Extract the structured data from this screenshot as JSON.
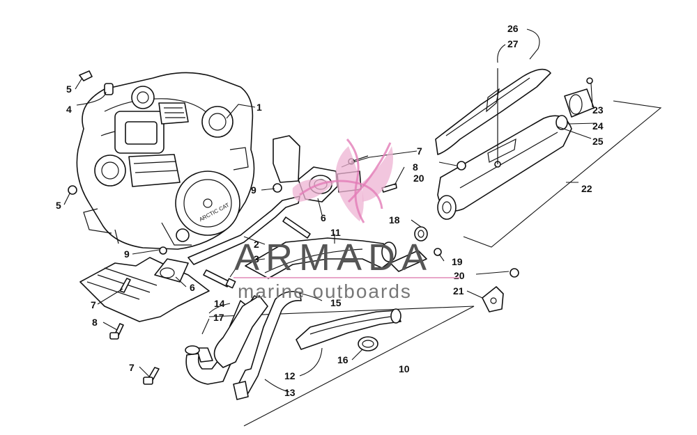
{
  "diagram": {
    "callouts": [
      {
        "id": "c1",
        "text": "1"
      },
      {
        "id": "c2",
        "text": "2"
      },
      {
        "id": "c3",
        "text": "3"
      },
      {
        "id": "c4",
        "text": "4"
      },
      {
        "id": "c5a",
        "text": "5"
      },
      {
        "id": "c5b",
        "text": "5"
      },
      {
        "id": "c6a",
        "text": "6"
      },
      {
        "id": "c6b",
        "text": "6"
      },
      {
        "id": "c7a",
        "text": "7"
      },
      {
        "id": "c7b",
        "text": "7"
      },
      {
        "id": "c7c",
        "text": "7"
      },
      {
        "id": "c8a",
        "text": "8"
      },
      {
        "id": "c8b",
        "text": "8"
      },
      {
        "id": "c9a",
        "text": "9"
      },
      {
        "id": "c9b",
        "text": "9"
      },
      {
        "id": "c10",
        "text": "10"
      },
      {
        "id": "c11",
        "text": "11"
      },
      {
        "id": "c12",
        "text": "12"
      },
      {
        "id": "c13",
        "text": "13"
      },
      {
        "id": "c14",
        "text": "14"
      },
      {
        "id": "c15",
        "text": "15"
      },
      {
        "id": "c16",
        "text": "16"
      },
      {
        "id": "c17",
        "text": "17"
      },
      {
        "id": "c18",
        "text": "18"
      },
      {
        "id": "c19",
        "text": "19"
      },
      {
        "id": "c20a",
        "text": "20"
      },
      {
        "id": "c20b",
        "text": "20"
      },
      {
        "id": "c21",
        "text": "21"
      },
      {
        "id": "c22",
        "text": "22"
      },
      {
        "id": "c23",
        "text": "23"
      },
      {
        "id": "c24",
        "text": "24"
      },
      {
        "id": "c25",
        "text": "25"
      },
      {
        "id": "c26",
        "text": "26"
      },
      {
        "id": "c27",
        "text": "27"
      }
    ],
    "engine_badge": "ARCTIC CAT"
  },
  "watermark": {
    "title": "ARMADA",
    "subtitle": "marine outboards"
  },
  "colors": {
    "line": "#111111",
    "watermark_text": "#555555",
    "watermark_accent": "#e27cb6"
  }
}
